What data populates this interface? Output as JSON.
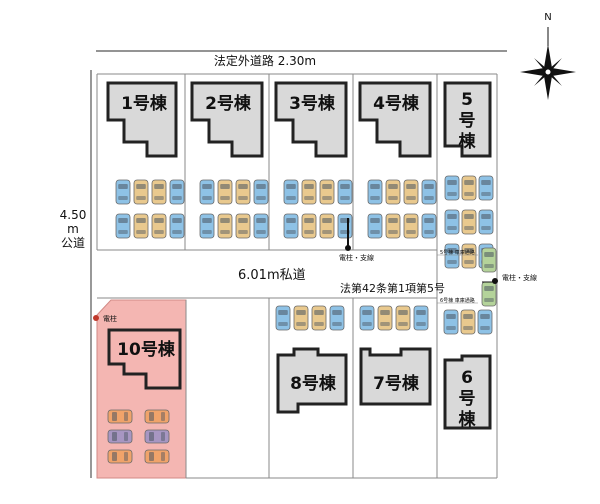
{
  "compass": {
    "north_label": "N"
  },
  "roads": {
    "top_road": "法定外道路 2.30m",
    "left_road_width": "4.50",
    "left_road_unit": "m",
    "left_road_type": "公道",
    "private_road": "6.01m私道",
    "private_road_note": "法第42条第1項第5号"
  },
  "utility": {
    "pole_support_label": "電柱・支線",
    "pole_support_label_right": "電柱・支線",
    "pole_label": "電柱",
    "meter_label_5": "5号棟 車庫通路",
    "meter_label_6": "6号棟 車庫通路"
  },
  "lots": {
    "l1": "1号棟",
    "l2": "2号棟",
    "l3": "3号棟",
    "l4": "4号棟",
    "l5": "5号棟",
    "l6": "6号棟",
    "l7": "7号棟",
    "l8": "8号棟",
    "l10": "10号棟"
  },
  "colors": {
    "highlight_lot": "#f4b6b2",
    "car_blue": "#8ec2e6",
    "car_yellow": "#e9c98e",
    "car_orange": "#f0a36a",
    "car_purple": "#a796c2",
    "car_green": "#b4d39a",
    "building": "#d9d9d9"
  },
  "icons": {
    "compass": "compass-rose-icon",
    "car": "car-icon"
  }
}
